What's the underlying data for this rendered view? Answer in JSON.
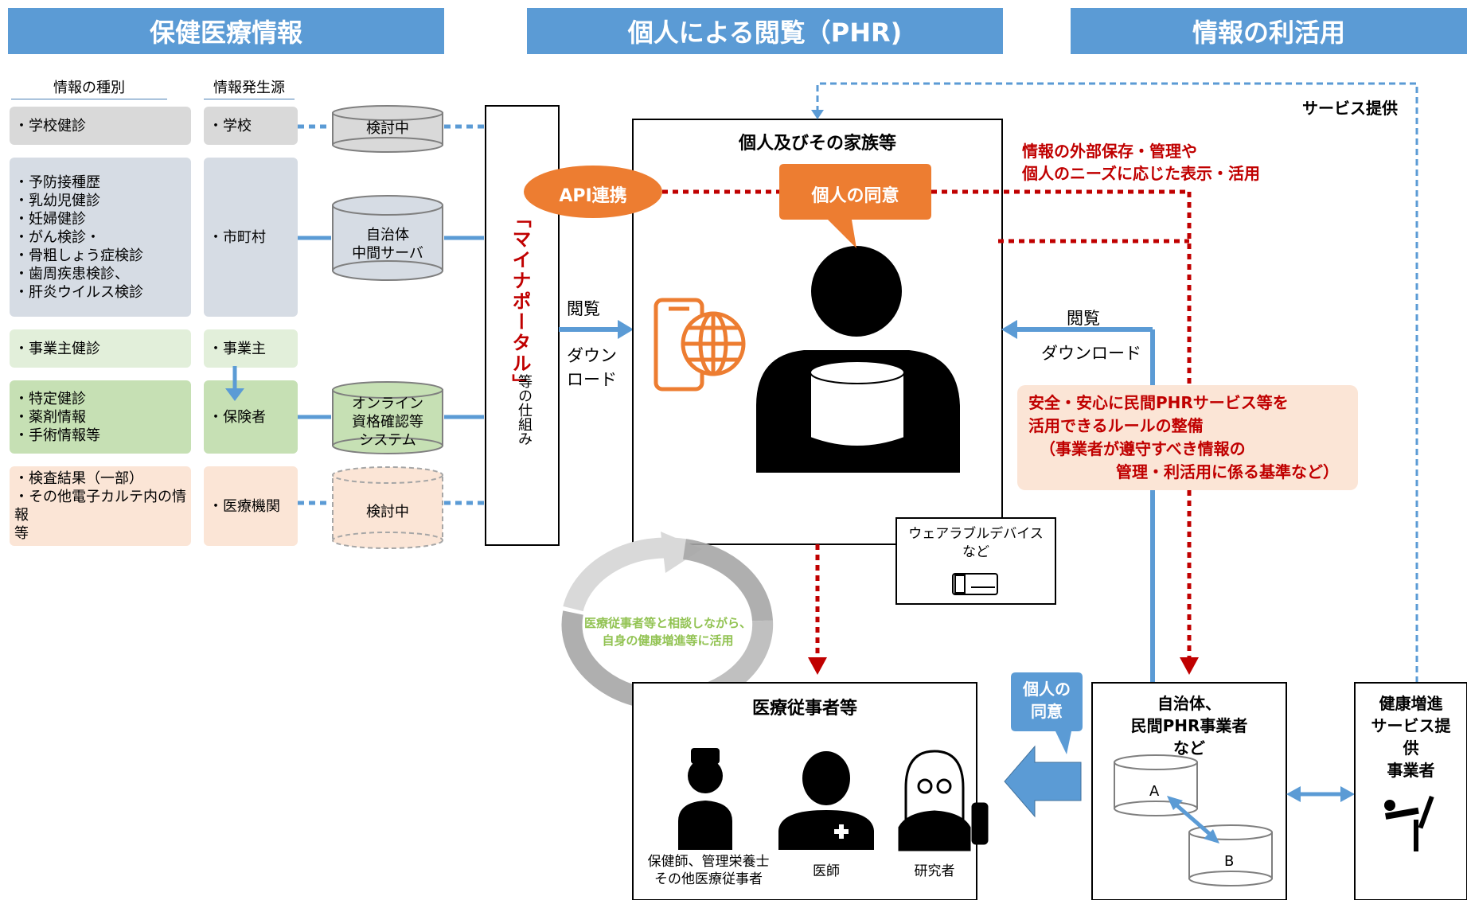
{
  "headers": {
    "left": "保健医療情報",
    "center": "個人による閲覧（PHR)",
    "right": "情報の利活用"
  },
  "columns": {
    "type_header": "情報の種別",
    "source_header": "情報発生源"
  },
  "rows": [
    {
      "types": [
        "・学校健診"
      ],
      "source": "・学校",
      "system": [
        "検討中"
      ]
    },
    {
      "types": [
        "・予防接種歴",
        "・乳幼児健診",
        "・妊婦健診",
        "・がん検診・",
        "・骨粗しょう症検診",
        "・歯周疾患検診、",
        "・肝炎ウイルス検診"
      ],
      "source": "・市町村",
      "system": [
        "自治体",
        "中間サーバ"
      ]
    },
    {
      "types": [
        "・事業主健診"
      ],
      "source": "・事業主"
    },
    {
      "types": [
        "・特定健診",
        "・薬剤情報",
        "・手術情報等"
      ],
      "source": "・保険者",
      "system": [
        "オンライン",
        "資格確認等",
        "システム"
      ]
    },
    {
      "types": [
        "・検査結果（一部）",
        "・その他電子カルテ内の情報",
        "等"
      ],
      "source": "・医療機関",
      "system": [
        "検討中"
      ]
    }
  ],
  "portal": {
    "name": "「マイナポータル」",
    "suffix": "等の仕組み",
    "api": "API連携"
  },
  "left_flow": {
    "view": "閲覧",
    "download": [
      "ダウン",
      "ロード"
    ]
  },
  "individual": {
    "title": "個人及びその家族等",
    "consent": "個人の同意"
  },
  "wearable": {
    "label": "ウェアラブルデバイス",
    "suffix": "など"
  },
  "medical": {
    "title": "医療従事者等",
    "cycle_text": [
      "医療従事者等と相談しながら、",
      "自身の健康増進等に活用"
    ],
    "people": [
      {
        "label": [
          "保健師、管理栄養士",
          "その他医療従事者"
        ]
      },
      {
        "label": [
          "医師"
        ]
      },
      {
        "label": [
          "研究者"
        ]
      }
    ]
  },
  "right_flow": {
    "view": "閲覧",
    "download": "ダウンロード",
    "service": "サービス提供",
    "external": [
      "情報の外部保存・管理や",
      "個人のニーズに応じた表示・活用"
    ],
    "rules": [
      "安全・安心に民間PHRサービス等を",
      "活用できるルールの整備",
      "（事業者が遵守すべき情報の",
      "管理・利活用に係る基準など）"
    ],
    "consent2": [
      "個人の",
      "同意"
    ]
  },
  "operators": {
    "title": [
      "自治体、",
      "民間PHR事業者",
      "など"
    ],
    "db_a": "A",
    "db_b": "B"
  },
  "health": {
    "title": [
      "健康増進",
      "サービス提",
      "供",
      "事業者"
    ]
  },
  "colors": {
    "header": "#5b9bd5",
    "arrow_blue": "#5b9bd5",
    "orange": "#ed7d31",
    "red": "#c00000",
    "green_text": "#92c353"
  }
}
